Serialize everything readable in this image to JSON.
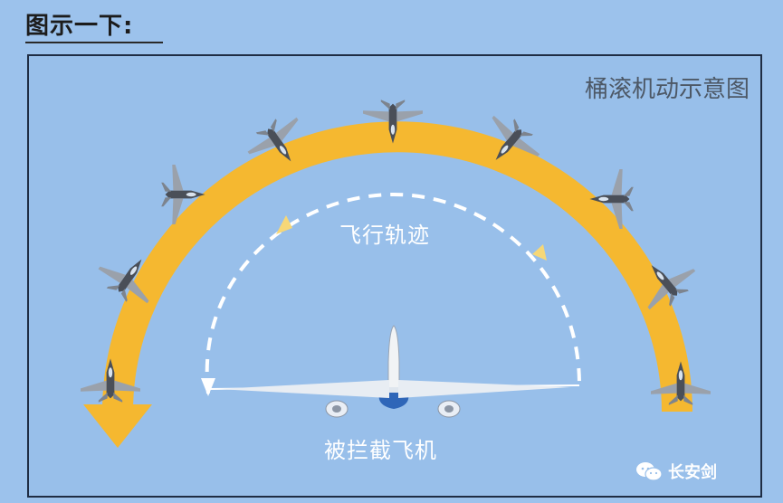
{
  "header": {
    "title": "图示一下:"
  },
  "diagram": {
    "title": "桶滚机动示意图",
    "track_label": "飞行轨迹",
    "target_label": "被拦截飞机"
  },
  "watermark": {
    "text": "长安剑",
    "icon": "wechat-icon"
  },
  "colors": {
    "background": "#9cc2ec",
    "arc": "#f5b830",
    "dashed_path": "#ffffff",
    "frame": "#1f2d44",
    "airliner_engine": "#2f66b8"
  }
}
